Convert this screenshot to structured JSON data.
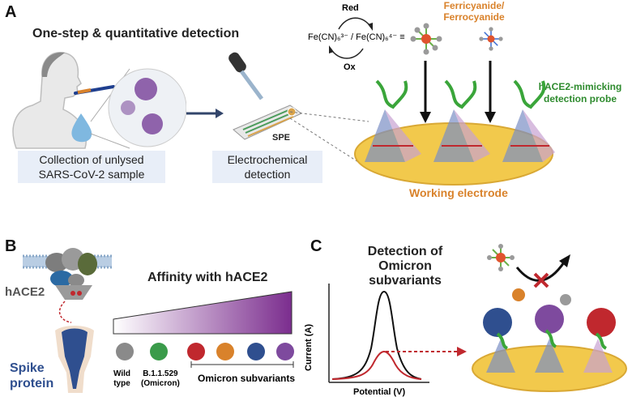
{
  "panelA": {
    "letter": "A",
    "title": "One-step & quantitative detection",
    "step1": [
      "Collection of unlysed",
      "SARS-CoV-2 sample"
    ],
    "step2": [
      "Electrochemical",
      "detection"
    ],
    "spe": "SPE",
    "red": "Red",
    "ox": "Ox",
    "redox_couple": "Fe(CN)₆³⁻ / Fe(CN)₆⁴⁻  ≡",
    "ferri": [
      "Ferricyanide/",
      "Ferrocyanide"
    ],
    "probe": [
      "hACE2-mimicking",
      "detection probe"
    ],
    "electrode": "Working electrode"
  },
  "panelB": {
    "letter": "B",
    "hace2": "hACE2",
    "spike": [
      "Spike",
      "protein"
    ],
    "affinity": "Affinity with hACE2",
    "wild": [
      "Wild",
      "type"
    ],
    "omicron": [
      "B.1.1.529",
      "(Omicron)"
    ],
    "subvariants": "Omicron subvariants"
  },
  "panelC": {
    "letter": "C",
    "title": [
      "Detection of",
      "Omicron subvariants"
    ],
    "ylabel": "Current (A)",
    "xlabel": "Potential (V)"
  },
  "colors": {
    "gradient_end": "#7b2d8e",
    "electrode": "#f2c94c",
    "dna": "#3aa53a",
    "virus_purple": "#7e4a9e",
    "arrow_red": "#c0282e"
  }
}
